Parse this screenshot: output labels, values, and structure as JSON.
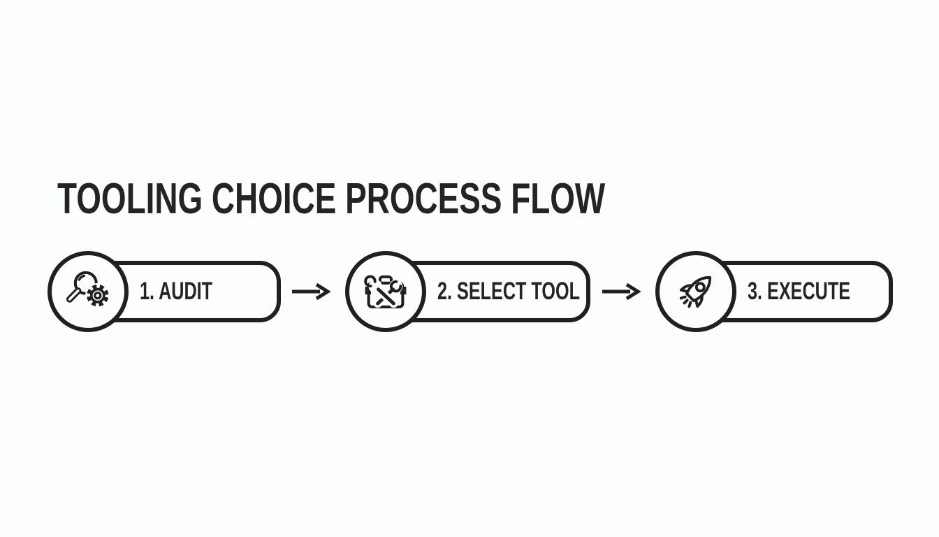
{
  "title": "TOOLING CHOICE PROCESS FLOW",
  "steps": [
    {
      "label": "1. AUDIT",
      "icon": "magnifier-gear-icon"
    },
    {
      "label": "2. SELECT TOOL",
      "icon": "toolbox-icon"
    },
    {
      "label": "3. EXECUTE",
      "icon": "rocket-icon"
    }
  ],
  "connectors": {
    "style": "right-arrow",
    "count": 2
  },
  "colors": {
    "ink": "#221f1e",
    "background": "#fcfdfd"
  }
}
